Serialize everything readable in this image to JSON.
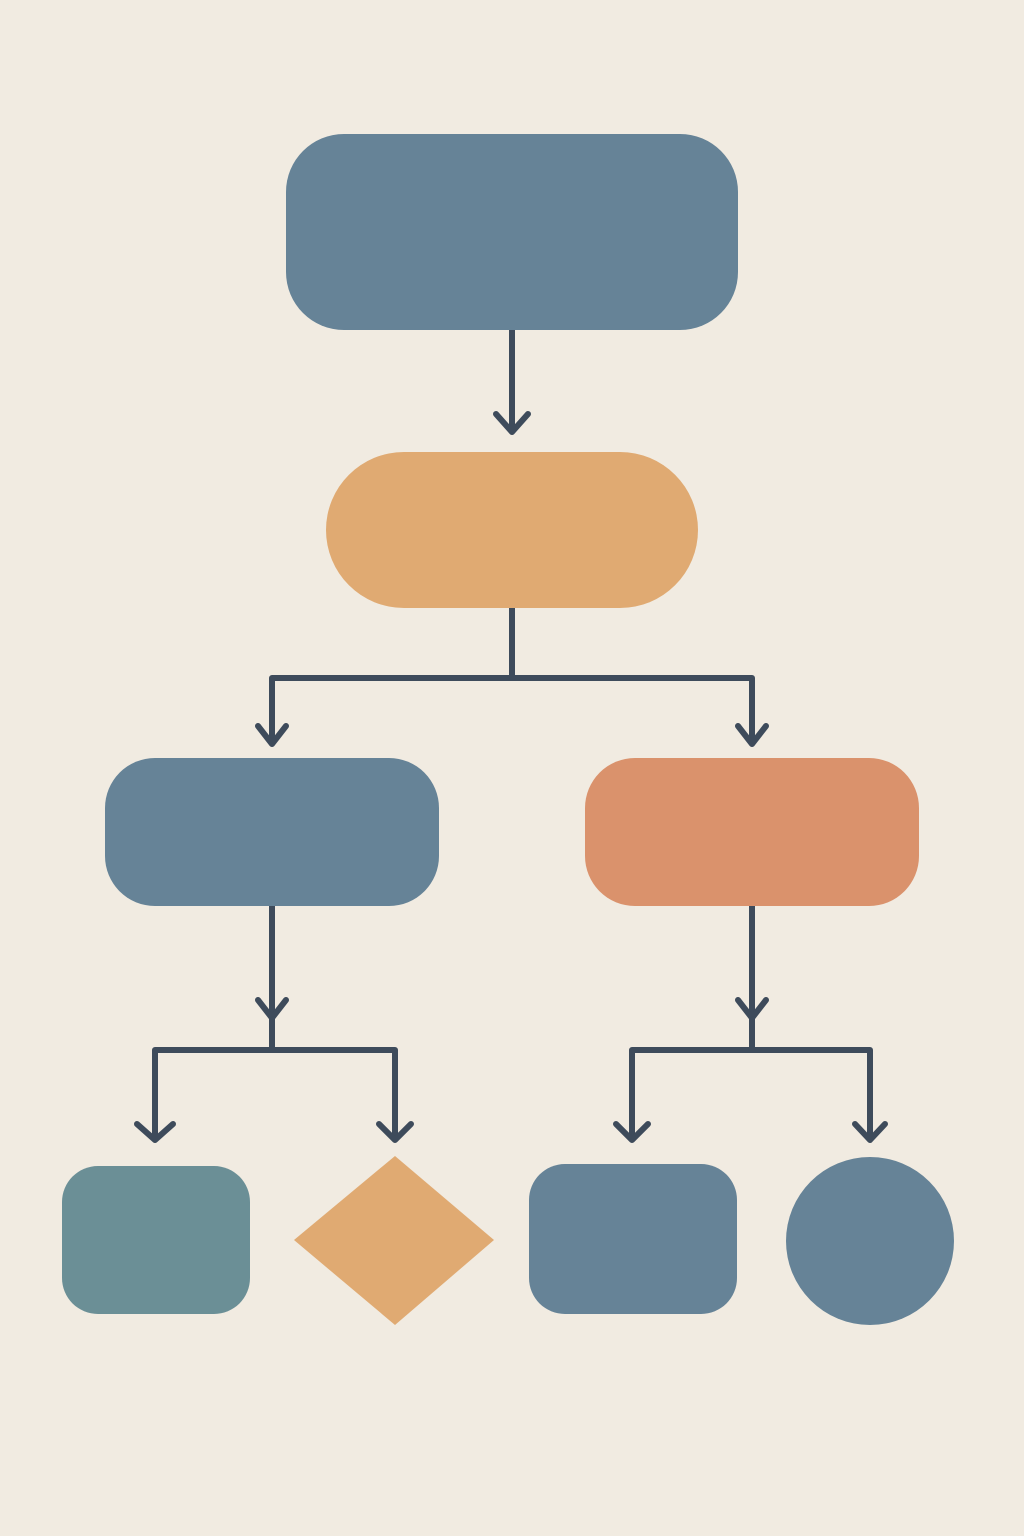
{
  "colors": {
    "background": "#f1ebe1",
    "slate_blue": "#668397",
    "sand_orange": "#e0aa72",
    "terracotta": "#da926c",
    "teal": "#6b8f96",
    "line": "#3e4b5b"
  },
  "nodes": [
    {
      "id": "root",
      "shape": "rounded-rectangle",
      "color": "slate_blue",
      "label": ""
    },
    {
      "id": "level2",
      "shape": "pill",
      "color": "sand_orange",
      "label": ""
    },
    {
      "id": "left-branch",
      "shape": "rounded-rectangle",
      "color": "slate_blue",
      "label": ""
    },
    {
      "id": "right-branch",
      "shape": "rounded-rectangle",
      "color": "terracotta",
      "label": ""
    },
    {
      "id": "leaf-1",
      "shape": "rounded-square",
      "color": "teal",
      "label": ""
    },
    {
      "id": "leaf-2",
      "shape": "diamond",
      "color": "sand_orange",
      "label": ""
    },
    {
      "id": "leaf-3",
      "shape": "rounded-rectangle",
      "color": "slate_blue",
      "label": ""
    },
    {
      "id": "leaf-4",
      "shape": "circle",
      "color": "slate_blue",
      "label": ""
    }
  ],
  "edges": [
    {
      "from": "root",
      "to": "level2"
    },
    {
      "from": "level2",
      "to": "left-branch"
    },
    {
      "from": "level2",
      "to": "right-branch"
    },
    {
      "from": "left-branch",
      "to": "leaf-1"
    },
    {
      "from": "left-branch",
      "to": "leaf-2"
    },
    {
      "from": "right-branch",
      "to": "leaf-3"
    },
    {
      "from": "right-branch",
      "to": "leaf-4"
    }
  ]
}
